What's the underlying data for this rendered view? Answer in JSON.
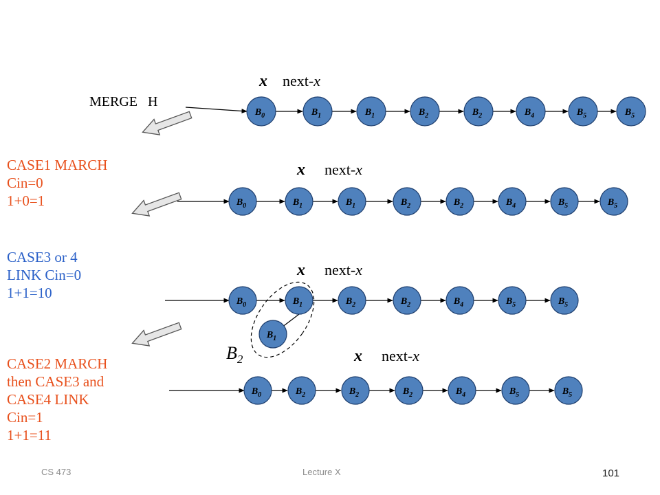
{
  "merge_label": "MERGE",
  "h_label": "H",
  "case1": {
    "line1": "CASE1 MARCH",
    "line2": "Cin=0",
    "line3": "1+0=1",
    "color": "#e8501c"
  },
  "case3": {
    "line1": "CASE3 or 4",
    "line2": "LINK Cin=0",
    "line3": "1+1=10",
    "color": "#2a60c8"
  },
  "case2": {
    "line1": "CASE2 MARCH",
    "line2": "then CASE3 and",
    "line3": "CASE4 LINK",
    "line4": "Cin=1",
    "line5": "1+1=11",
    "color": "#e8501c"
  },
  "pointer": {
    "x": "x",
    "next_prefix": "next-",
    "next_var": "x"
  },
  "b2_label_base": "B",
  "b2_label_sub": "2",
  "node_color": "#4f81bd",
  "rows": [
    {
      "nodes": [
        {
          "base": "B",
          "sub": "0"
        },
        {
          "base": "B",
          "sub": "1"
        },
        {
          "base": "B",
          "sub": "1"
        },
        {
          "base": "B",
          "sub": "2"
        },
        {
          "base": "B",
          "sub": "2"
        },
        {
          "base": "B",
          "sub": "4"
        },
        {
          "base": "B",
          "sub": "5"
        },
        {
          "base": "B",
          "sub": "5"
        }
      ]
    },
    {
      "nodes": [
        {
          "base": "B",
          "sub": "0"
        },
        {
          "base": "B",
          "sub": "1"
        },
        {
          "base": "B",
          "sub": "1"
        },
        {
          "base": "B",
          "sub": "2"
        },
        {
          "base": "B",
          "sub": "2"
        },
        {
          "base": "B",
          "sub": "4"
        },
        {
          "base": "B",
          "sub": "5"
        },
        {
          "base": "B",
          "sub": "5"
        }
      ]
    },
    {
      "nodes": [
        {
          "base": "B",
          "sub": "0"
        },
        {
          "base": "B",
          "sub": "1"
        },
        {
          "base": "B",
          "sub": "2"
        },
        {
          "base": "B",
          "sub": "2"
        },
        {
          "base": "B",
          "sub": "4"
        },
        {
          "base": "B",
          "sub": "5"
        },
        {
          "base": "B",
          "sub": "5"
        }
      ]
    },
    {
      "nodes": [
        {
          "base": "B",
          "sub": "0"
        },
        {
          "base": "B",
          "sub": "2"
        },
        {
          "base": "B",
          "sub": "2"
        },
        {
          "base": "B",
          "sub": "2"
        },
        {
          "base": "B",
          "sub": "4"
        },
        {
          "base": "B",
          "sub": "5"
        },
        {
          "base": "B",
          "sub": "5"
        }
      ]
    }
  ],
  "child_node": {
    "base": "B",
    "sub": "1"
  },
  "footer": {
    "course": "CS 473",
    "lecture": "Lecture X",
    "page": "101"
  }
}
